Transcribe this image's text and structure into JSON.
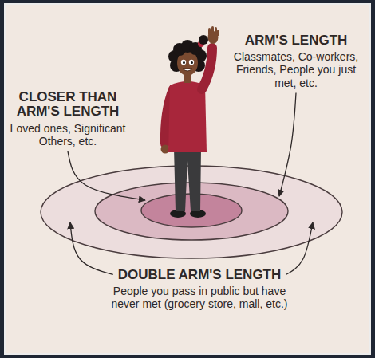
{
  "diagram": {
    "nodes": [
      {
        "text": [
          "DOUBLE ARM'S LENGTH",
          "People you pass in public but have never met (grocery store, mall, etc.)"
        ]
      },
      {
        "text": [
          "ARM'S LENGTH",
          "Classmates, Co-workers, Friends, People you just met, etc."
        ],
        "in": 0
      },
      {
        "text": [
          "CLOSER THAN ARM'S LENGTH",
          "Loved ones, Significant Others, etc."
        ],
        "in": 1
      }
    ]
  }
}
